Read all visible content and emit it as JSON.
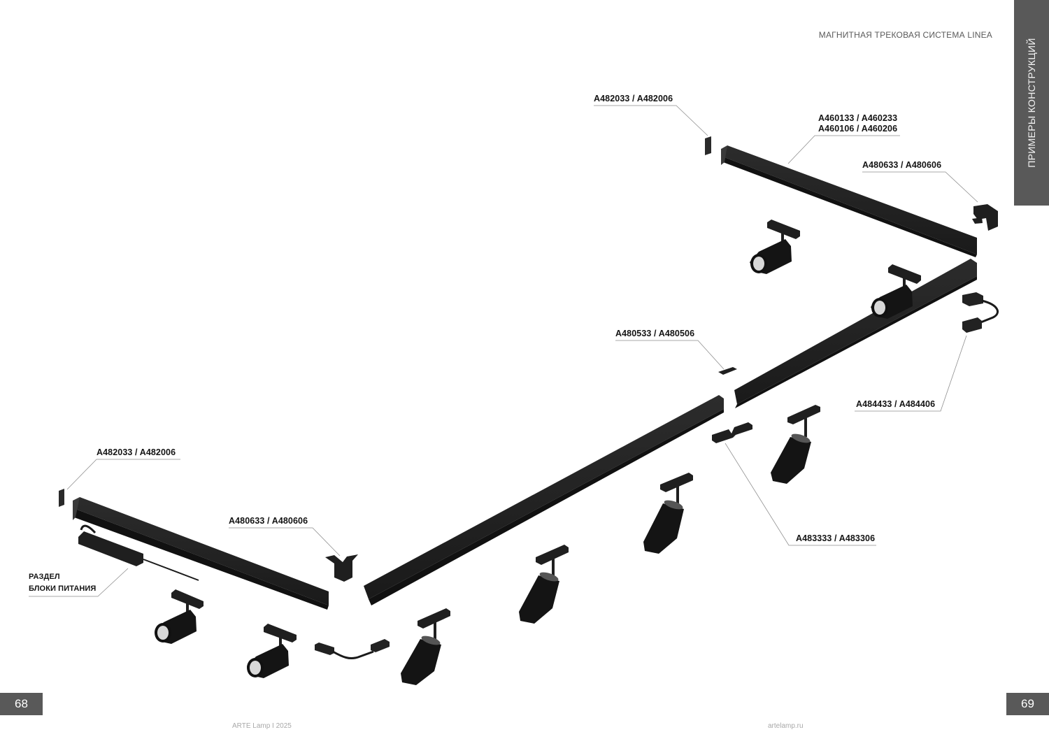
{
  "header": {
    "title": "МАГНИТНАЯ ТРЕКОВАЯ СИСТЕМА LINEA"
  },
  "side_tab": {
    "label": "ПРИМЕРЫ КОНСТРУКЦИЙ",
    "color": "#595959"
  },
  "callouts": {
    "end_cap_top": "A482033 / A482006",
    "track_top_line1": "A460133 / A460233",
    "track_top_line2": "A460106 / A460206",
    "corner_top": "A480633 / A480606",
    "straight_connector": "A480533 / A480506",
    "flex_connector": "A484433 / A484406",
    "end_cap_left": "A482033 / A482006",
    "corner_left": "A480633 / A480606",
    "power_section_line1": "РАЗДЕЛ",
    "power_section_line2": "БЛОКИ ПИТАНИЯ",
    "inline_connector": "A483333 / A483306"
  },
  "footer": {
    "page_left": "68",
    "page_right": "69",
    "brand": "ARTE Lamp  I  2025",
    "website": "artelamp.ru"
  },
  "colors": {
    "product": "#1f1f1f",
    "leader_line": "#8a8a8a",
    "page_tab": "#595959"
  }
}
